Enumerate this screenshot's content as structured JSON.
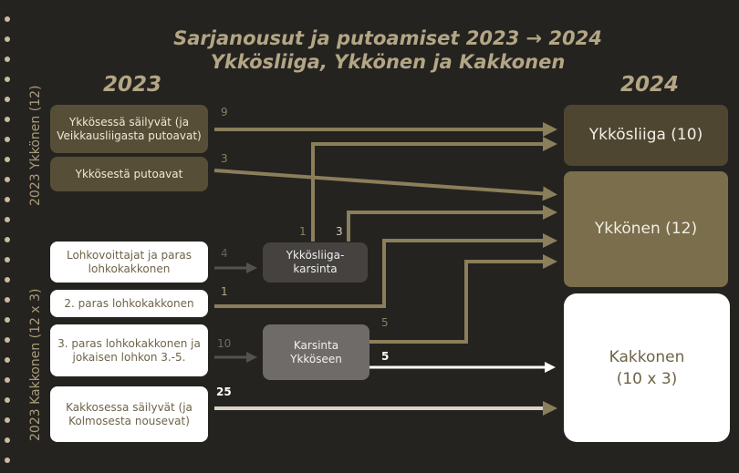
{
  "title": {
    "line1": "Sarjanousut ja putoamiset 2023 → 2024",
    "line2": "Ykkösliiga, Ykkönen ja Kakkonen"
  },
  "years": {
    "left": "2023",
    "right": "2024"
  },
  "side_labels": {
    "top": "2023 Ykkönen (12)",
    "bottom": "2023 Kakkonen (12 x 3)"
  },
  "left_boxes": [
    "Ykkösessä säilyvät (ja Veikkausliigasta putoavat)",
    "Ykkösestä putoavat",
    "Lohkovoittajat ja paras lohkokakkonen",
    "2. paras lohkokakkonen",
    "3. paras lohkokakkonen ja jokaisen lohkon 3.-5.",
    "Kakkosessa säilyvät (ja Kolmosesta nousevat)"
  ],
  "middle_boxes": {
    "playoff1": "Ykkösliiga-karsinta",
    "playoff2": "Karsinta Ykköseen"
  },
  "right_boxes": {
    "ykkosliiga": "Ykkösliiga (10)",
    "ykkonen": "Ykkönen (12)",
    "kakkonen_line1": "Kakkonen",
    "kakkonen_line2": "(10 x 3)"
  },
  "flows": {
    "stay_ykkonen": "9",
    "relegated": "3",
    "playoff_up": "1",
    "playoff_stay": "3",
    "group_winners": "4",
    "second_runnerup": "1",
    "third_etc": "10",
    "playoff2_up": "5",
    "playoff2_down": "5",
    "kakkonen_stay": "25"
  },
  "colors": {
    "background": "#252320",
    "olive": "#574e37",
    "arrow": "#8a7f5b",
    "accent_text": "#b3a685"
  }
}
